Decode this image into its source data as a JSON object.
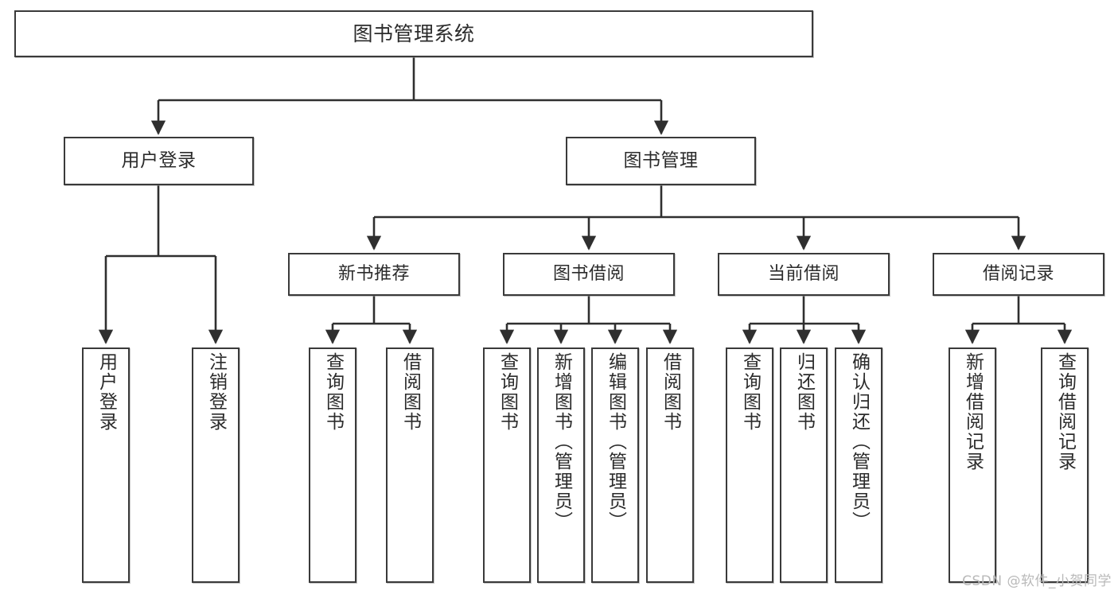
{
  "diagram": {
    "title": "图书管理系统",
    "type": "tree-hierarchy-diagram",
    "root": {
      "label": "图书管理系统"
    },
    "level2": [
      {
        "label": "用户登录"
      },
      {
        "label": "图书管理"
      }
    ],
    "level3": [
      {
        "label": "新书推荐"
      },
      {
        "label": "图书借阅"
      },
      {
        "label": "当前借阅"
      },
      {
        "label": "借阅记录"
      }
    ],
    "leaves": {
      "user_login": [
        {
          "label": "用户登录"
        },
        {
          "label": "注销登录"
        }
      ],
      "new_book_recommend": [
        {
          "label": "查询图书"
        },
        {
          "label": "借阅图书"
        }
      ],
      "book_borrow": [
        {
          "label": "查询图书"
        },
        {
          "label": "新增图书（管理员）"
        },
        {
          "label": "编辑图书（管理员）"
        },
        {
          "label": "借阅图书"
        }
      ],
      "current_borrow": [
        {
          "label": "查询图书"
        },
        {
          "label": "归还图书"
        },
        {
          "label": "确认归还（管理员）"
        }
      ],
      "borrow_record": [
        {
          "label": "新增借阅记录"
        },
        {
          "label": "查询借阅记录"
        }
      ]
    },
    "watermark": "CSDN @软件_小贺同学",
    "colors": {
      "border": "#3a3a3a",
      "text": "#2b2b2b",
      "background": "#ffffff",
      "watermark": "#b9b9b9",
      "edge": "#2f2f2f"
    }
  }
}
